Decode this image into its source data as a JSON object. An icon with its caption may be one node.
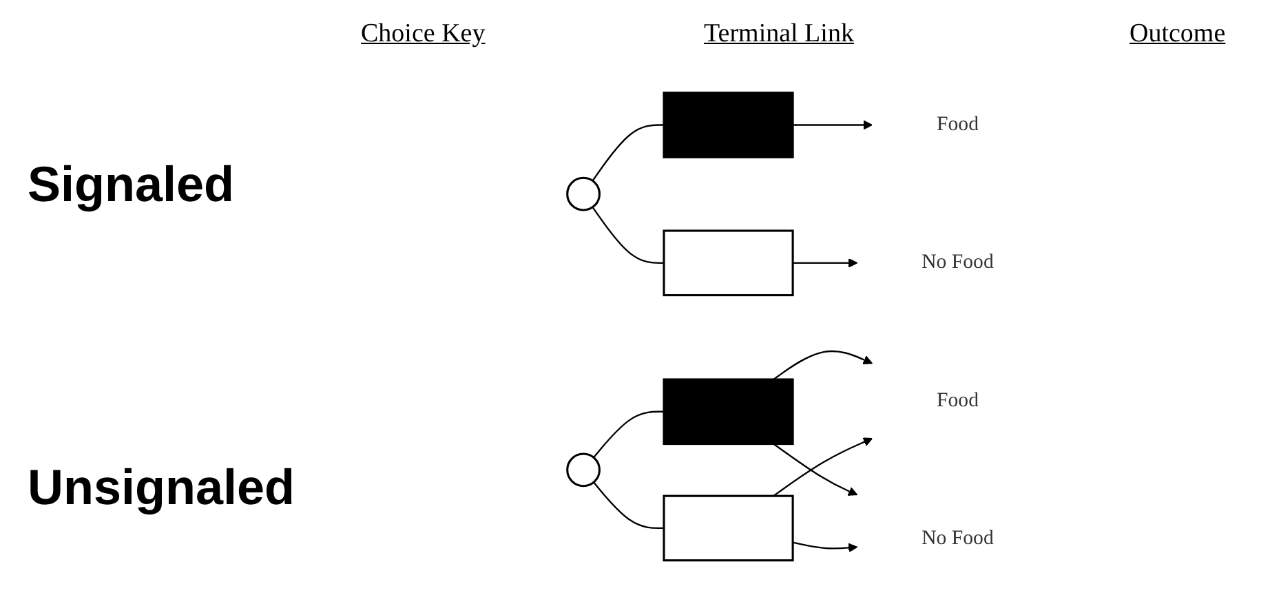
{
  "diagram": {
    "nodes": [
      {
        "text": [],
        "shape": "circle"
      },
      {
        "text": [],
        "shape": "bar"
      },
      {
        "text": [],
        "shape": "bar"
      },
      {
        "text": [
          "Food"
        ]
      },
      {
        "text": [
          "No Food"
        ]
      },
      {
        "text": [],
        "shape": "circle"
      },
      {
        "text": [],
        "shape": "bar"
      },
      {
        "text": [],
        "shape": "bar"
      },
      {
        "text": [
          "Food"
        ]
      },
      {
        "text": [
          "No Food"
        ]
      }
    ],
    "edges": [
      {
        "from": 0,
        "to": 1,
        "arrow": "none"
      },
      {
        "from": 0,
        "to": 2,
        "arrow": "none"
      },
      {
        "from": 1,
        "to": 3,
        "arrow": "to"
      },
      {
        "from": 2,
        "to": 4,
        "arrow": "to"
      },
      {
        "from": 5,
        "to": 6,
        "arrow": "none"
      },
      {
        "from": 5,
        "to": 7,
        "arrow": "none"
      },
      {
        "from": 6,
        "to": 8,
        "arrow": "to"
      },
      {
        "from": 6,
        "to": 9,
        "arrow": "to"
      },
      {
        "from": 7,
        "to": 8,
        "arrow": "to"
      },
      {
        "from": 7,
        "to": 9,
        "arrow": "to"
      }
    ],
    "labels": [
      "Choice Key",
      "Terminal Link",
      "Outcome",
      "Signaled",
      "Unsignaled"
    ]
  }
}
